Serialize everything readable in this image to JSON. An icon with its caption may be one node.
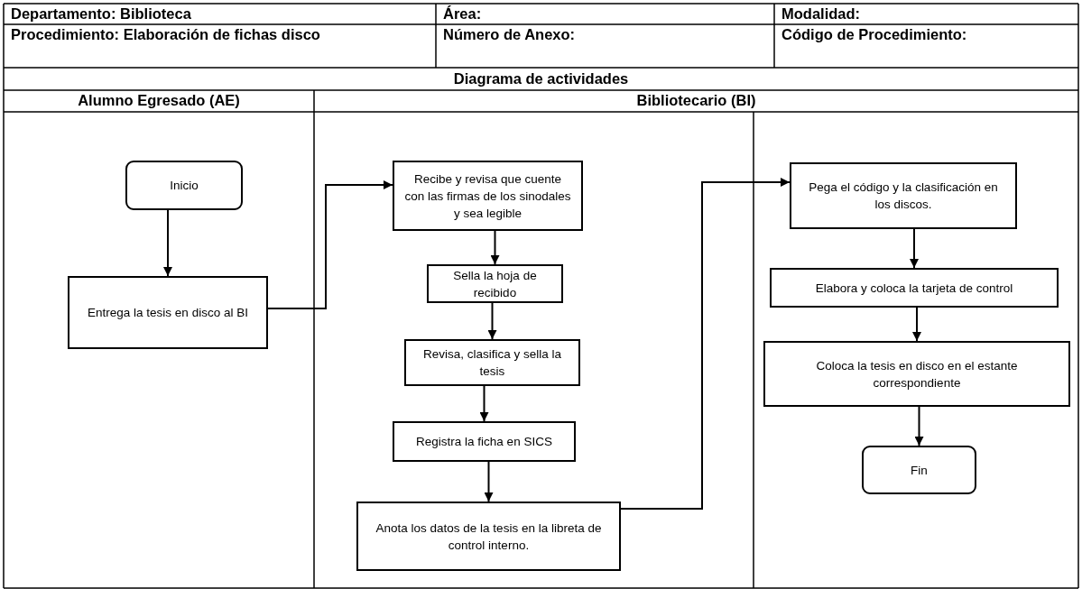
{
  "diagram": {
    "title": "Diagrama de actividades",
    "nodes": [
      {
        "text": [
          "Inicio"
        ]
      },
      {
        "text": [
          "Entrega la tesis en disco al BI"
        ]
      },
      {
        "text": [
          "Recibe y revisa que cuente con las firmas de los sinodales y sea legible"
        ]
      },
      {
        "text": [
          "Sella la hoja de recibido"
        ]
      },
      {
        "text": [
          "Revisa, clasifica y sella la tesis"
        ]
      },
      {
        "text": [
          "Registra la ficha en SICS"
        ]
      },
      {
        "text": [
          "Anota los datos de la tesis en la libreta de control interno."
        ]
      },
      {
        "text": [
          "Pega el código y la clasificación en los discos."
        ]
      },
      {
        "text": [
          "Elabora y coloca la tarjeta de control"
        ]
      },
      {
        "text": [
          "Coloca la tesis en disco en el estante correspondiente"
        ]
      },
      {
        "text": [
          "Fin"
        ]
      }
    ],
    "edges": [
      {
        "from": 0,
        "to": 1,
        "arrow": "to"
      },
      {
        "from": 1,
        "to": 2,
        "arrow": "to"
      },
      {
        "from": 2,
        "to": 3,
        "arrow": "to"
      },
      {
        "from": 3,
        "to": 4,
        "arrow": "to"
      },
      {
        "from": 4,
        "to": 5,
        "arrow": "to"
      },
      {
        "from": 5,
        "to": 6,
        "arrow": "to"
      },
      {
        "from": 6,
        "to": 7,
        "arrow": "to"
      },
      {
        "from": 7,
        "to": 8,
        "arrow": "to"
      },
      {
        "from": 8,
        "to": 9,
        "arrow": "to"
      },
      {
        "from": 9,
        "to": 10,
        "arrow": "to"
      }
    ],
    "labels": [
      "Departamento: Biblioteca",
      "Área:",
      "Modalidad:",
      "Procedimiento: Elaboración de fichas disco",
      "Número de Anexo:",
      "Código de Procedimiento:",
      "Alumno Egresado (AE)",
      "Bibliotecario (BI)"
    ]
  }
}
